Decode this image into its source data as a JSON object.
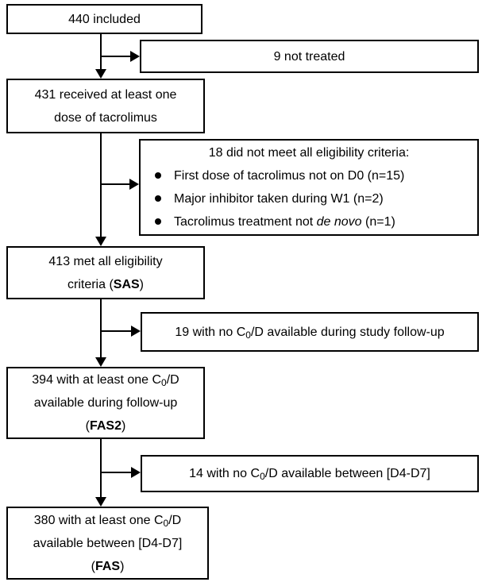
{
  "diagram": {
    "colors": {
      "background": "#ffffff",
      "border": "#000000",
      "text": "#000000"
    },
    "boxes": {
      "included": "440 included",
      "not_treated": "9 not treated",
      "received": {
        "line1": "431 received at least one",
        "line2": "dose of tacrolimus"
      },
      "eligibility": {
        "title": "18 did not meet all eligibility criteria:",
        "items": [
          {
            "pre": "First dose of tacrolimus not on D0 (n=15)",
            "italic": "",
            "post": ""
          },
          {
            "pre": "Major inhibitor taken during W1 (n=2)",
            "italic": "",
            "post": ""
          },
          {
            "pre": "Tacrolimus treatment not ",
            "italic": "de novo",
            "post": " (n=1)"
          }
        ]
      },
      "sas": {
        "line1": "413 met all eligibility",
        "line2_pre": "criteria (",
        "line2_bold": "SAS",
        "line2_post": ")"
      },
      "no_c0d_followup": {
        "pre": "19 with no C",
        "sub": "0",
        "post": "/D available during study follow-up"
      },
      "fas2": {
        "line1_pre": "394 with at least one C",
        "line1_sub": "0",
        "line1_post": "/D",
        "line2": "available during follow-up",
        "line3_pre": "(",
        "line3_bold": "FAS2",
        "line3_post": ")"
      },
      "no_c0d_d4d7": {
        "pre": "14 with no C",
        "sub": "0",
        "post": "/D available between [D4-D7]"
      },
      "fas": {
        "line1_pre": "380 with at least one C",
        "line1_sub": "0",
        "line1_post": "/D",
        "line2": "available between [D4-D7]",
        "line3_pre": "(",
        "line3_bold": "FAS",
        "line3_post": ")"
      }
    }
  }
}
